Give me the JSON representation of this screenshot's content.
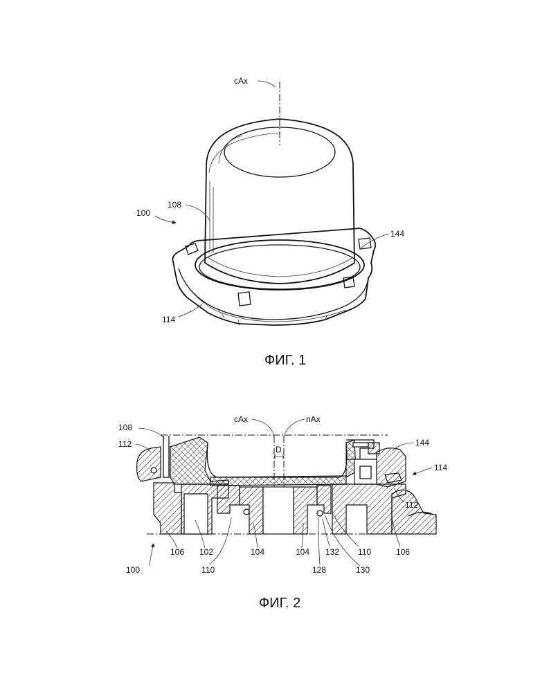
{
  "figure1": {
    "caption": "ФИГ. 1",
    "labels": {
      "axis": "cAx",
      "assembly": "100",
      "canister": "108",
      "connector": "144",
      "flange": "114"
    }
  },
  "figure2": {
    "caption": "ФИГ. 2",
    "labels": {
      "axis_c": "cAx",
      "axis_n": "nAx",
      "offset": "D",
      "canister": "108",
      "seal_ring_left": "112",
      "connector": "144",
      "flange": "114",
      "seal_ring_right": "112",
      "housing_left": "106",
      "chamber": "102",
      "bore_left": "104",
      "sleeve_left": "110",
      "bore_right": "104",
      "ring_132": "132",
      "sleeve_right": "110",
      "housing_right": "106",
      "part_128": "128",
      "part_130": "130",
      "assembly": "100"
    }
  }
}
